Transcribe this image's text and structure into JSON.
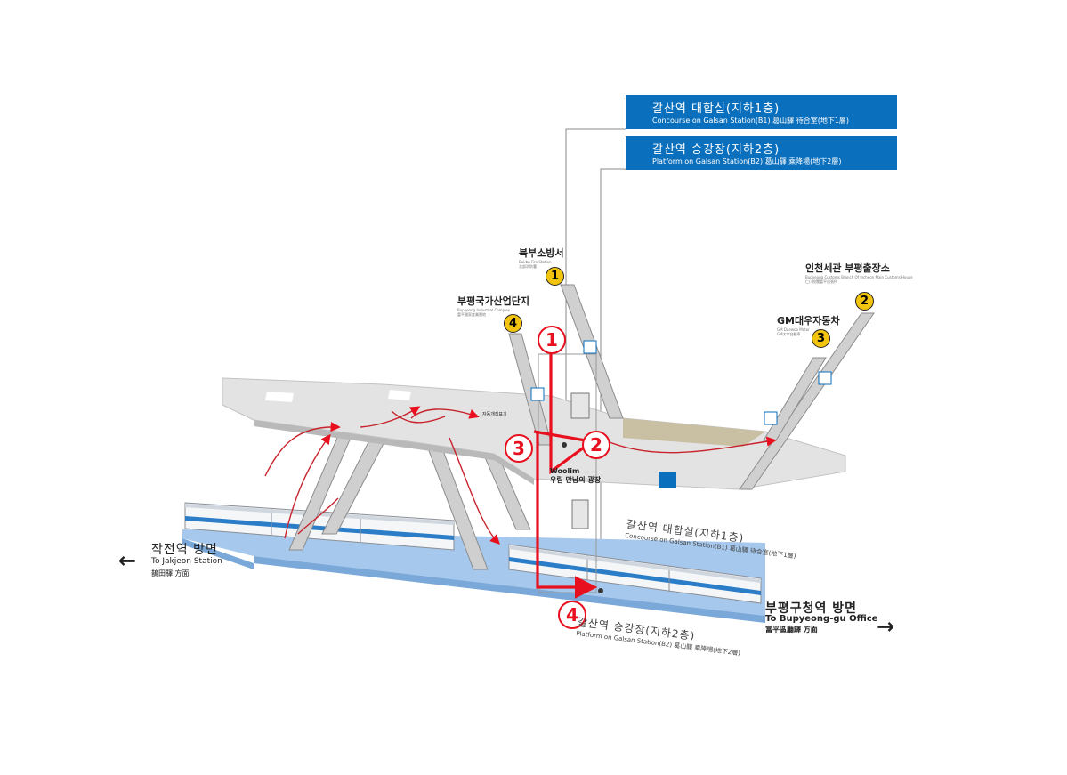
{
  "legend": [
    {
      "ko": "갈산역 대합실(지하1층)",
      "en": "Concourse on Galsan Station(B1) 葛山驛 待合室(地下1層)"
    },
    {
      "ko": "갈산역 승강장(지하2층)",
      "en": "Platform on Galsan Station(B2) 葛山驛 乘降場(地下2層)"
    }
  ],
  "exits": [
    {
      "num": "1",
      "ko": "북부소방서",
      "en": "Bukbu Fire Station",
      "hanja": "北部消防署"
    },
    {
      "num": "2",
      "ko": "인천세관 부평출장소",
      "en": "Bupyeong Customs Branch Of Incheon Main Customs House",
      "hanja": "仁川稅關富平出張所"
    },
    {
      "num": "3",
      "ko": "GM대우자동차",
      "en": "GM Daewoo Motor",
      "hanja": "GM大宇自動車"
    },
    {
      "num": "4",
      "ko": "부평국가산업단지",
      "en": "Bupyeong Industrial Complex",
      "hanja": "富平國家産業團地"
    }
  ],
  "route_steps": [
    "1",
    "2",
    "3",
    "4"
  ],
  "concourse": {
    "ko": "갈산역 대합실(지하1층)",
    "en": "Concourse on Galsan Station(B1) 葛山驛 待合室(地下1層)"
  },
  "platform": {
    "ko": "갈산역 승강장(지하2층)",
    "en": "Platform on Galsan Station(B2) 葛山驛 乘降場(地下2層)"
  },
  "direction_left": {
    "ko": "작전역 방면",
    "en": "To Jakjeon Station",
    "hanja": "鵲田驛 方面",
    "arrow": "left-arrow"
  },
  "direction_right": {
    "ko": "부평구청역 방면",
    "en": "To Bupyeong-gu Office",
    "hanja": "富平區廳驛 方面",
    "arrow": "right-arrow"
  },
  "plaza": {
    "en": "Woolim",
    "ko": "우림 만남의 광장"
  },
  "gate_label": "자동개집표기",
  "colors": {
    "legend": "#0a6fbd",
    "route": "#e8101e",
    "exit_badge": "#f2c40f",
    "platform": "#a6c8ec",
    "concourse": "#e3e3e3",
    "train_stripe": "#2c7dc7"
  }
}
